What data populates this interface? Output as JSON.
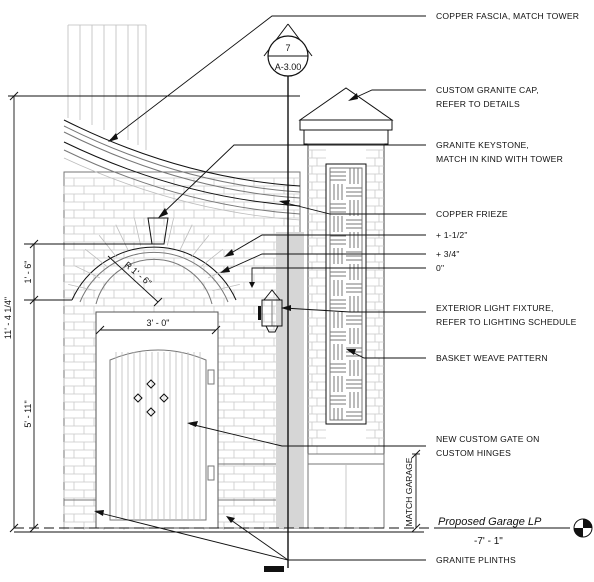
{
  "section_marker": {
    "number": "7",
    "sheet": "A-3.00"
  },
  "callouts": [
    {
      "id": "copper-fascia",
      "lines": [
        "COPPER FASCIA, MATCH TOWER"
      ]
    },
    {
      "id": "granite-cap",
      "lines": [
        "CUSTOM GRANITE CAP,",
        "REFER TO DETAILS"
      ]
    },
    {
      "id": "granite-keystone",
      "lines": [
        "GRANITE KEYSTONE,",
        "MATCH IN KIND WITH TOWER"
      ]
    },
    {
      "id": "copper-frieze",
      "lines": [
        "COPPER FRIEZE"
      ]
    },
    {
      "id": "plus-1-1-2",
      "lines": [
        "+ 1-1/2\""
      ]
    },
    {
      "id": "plus-3-4",
      "lines": [
        "+ 3/4\""
      ]
    },
    {
      "id": "zero",
      "lines": [
        "0\""
      ]
    },
    {
      "id": "light-fixture",
      "lines": [
        "EXTERIOR LIGHT FIXTURE,",
        "REFER TO LIGHTING SCHEDULE"
      ]
    },
    {
      "id": "basket-weave",
      "lines": [
        "BASKET WEAVE PATTERN"
      ]
    },
    {
      "id": "custom-gate",
      "lines": [
        "NEW CUSTOM GATE ON",
        "CUSTOM HINGES"
      ]
    },
    {
      "id": "granite-plinths",
      "lines": [
        "GRANITE PLINTHS"
      ]
    }
  ],
  "dimensions": {
    "overall": "11' - 4 1/4\"",
    "upper": "1' - 6\"",
    "lower": "5' - 11\"",
    "opening_width": "3' - 0\"",
    "arch_radius": "R 1' - 6\"",
    "match_garage": "MATCH GARAGE"
  },
  "level": {
    "name": "Proposed Garage LP",
    "elevation": "-7' - 1\""
  }
}
